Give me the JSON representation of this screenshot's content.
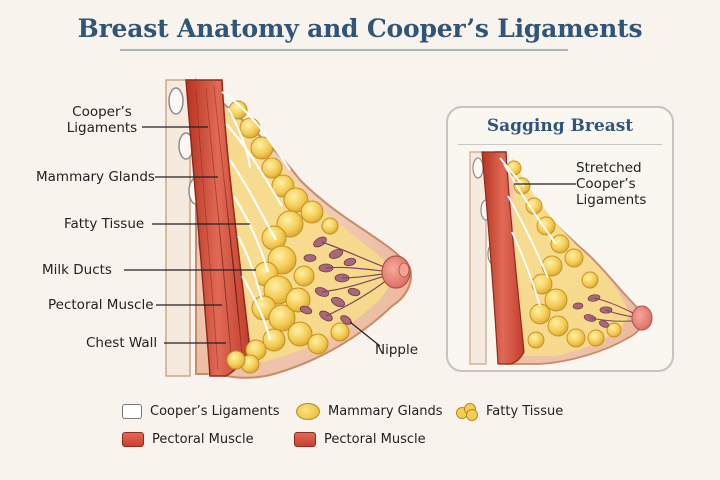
{
  "title": "Breast Anatomy and Cooper’s Ligaments",
  "labels": {
    "coopers_line1": "Cooper’s",
    "coopers_line2": "Ligaments",
    "mammary_glands": "Mammary Glands",
    "fatty_tissue": "Fatty Tissue",
    "milk_ducts": "Milk Ducts",
    "pectoral_muscle": "Pectoral Muscle",
    "chest_wall": "Chest Wall",
    "nipple": "Nipple"
  },
  "inset": {
    "title": "Sagging Breast",
    "stretched_line1": "Stretched",
    "stretched_line2": "Cooper’s",
    "stretched_line3": "Ligaments"
  },
  "legend": [
    {
      "label": "Cooper’s Ligaments",
      "swatch": "white"
    },
    {
      "label": "Mammary Glands",
      "swatch": "yellow-gland"
    },
    {
      "label": "Fatty Tissue",
      "swatch": "fat-lobules"
    },
    {
      "label": "Pectoral Muscle",
      "swatch": "red"
    },
    {
      "label": "Pectoral Muscle",
      "swatch": "red"
    }
  ],
  "colors": {
    "title": "#2f5579",
    "muscle": "#c9402f",
    "fat": "#f2c94c",
    "gland": "#a8687a",
    "skin": "#f0c4a8",
    "nipple": "#e48a80",
    "background": "#f8f3ec"
  }
}
